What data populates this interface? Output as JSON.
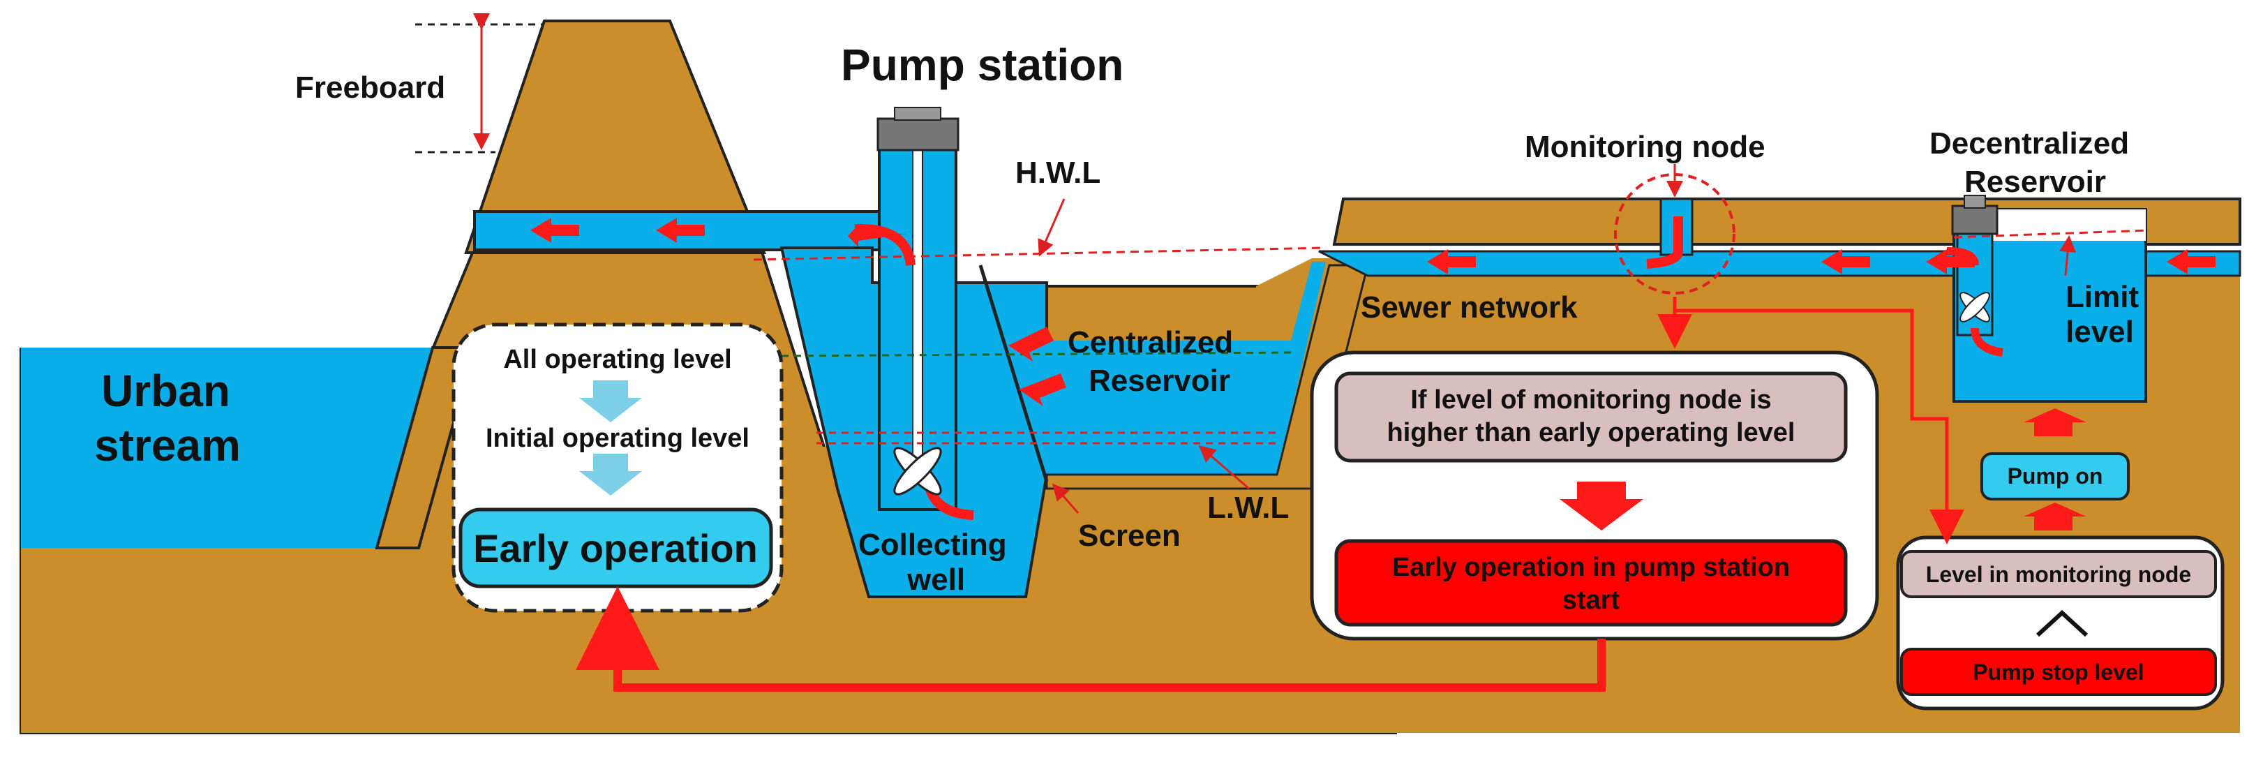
{
  "labels": {
    "freeboard": "Freeboard",
    "pump_station": "Pump station",
    "hwl": "H.W.L",
    "lwl": "L.W.L",
    "monitoring_node": "Monitoring node",
    "decentralized_line1": "Decentralized",
    "decentralized_line2": "Reservoir",
    "limit_line1": "Limit",
    "limit_line2": "level",
    "urban_line1": "Urban",
    "urban_line2": "stream",
    "centralized_line1": "Centralized",
    "centralized_line2": "Reservoir",
    "sewer_network": "Sewer network",
    "screen": "Screen",
    "collecting_line1": "Collecting",
    "collecting_line2": "well"
  },
  "operating_panel": {
    "all_level": "All operating level",
    "initial_level": "Initial operating level",
    "early_operation": "Early operation"
  },
  "condition_panel": {
    "condition_line1": "If level of monitoring node is",
    "condition_line2": "higher than early operating level",
    "result_line1": "Early operation in pump station",
    "result_line2": "start"
  },
  "decentral_panel": {
    "pump_on": "Pump on",
    "level_monitoring": "Level in monitoring node",
    "caret": "^",
    "pump_stop": "Pump stop level"
  },
  "colors": {
    "ground": "#CC8E2A",
    "water": "#0AAEE8",
    "arrow": "#FF1A1A",
    "light_blue_arrow": "#7CCFE6",
    "box_pink": "#D9BEBE",
    "box_cyan": "#33CCEE",
    "box_red": "#FF0000"
  }
}
